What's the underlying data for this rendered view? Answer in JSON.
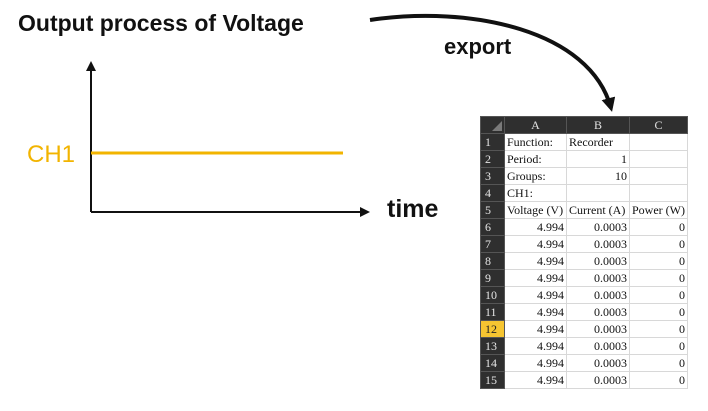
{
  "title": "Output process of Voltage",
  "export_label": "export",
  "chart": {
    "channel_label": "CH1",
    "x_axis_label": "time",
    "line_color": "#f2b400"
  },
  "spreadsheet": {
    "columns": [
      "A",
      "B",
      "C"
    ],
    "active_row": 12,
    "rows": [
      {
        "n": "1",
        "a": "Function:",
        "b": "Recorder",
        "c": ""
      },
      {
        "n": "2",
        "a": "Period:",
        "b": "1",
        "c": ""
      },
      {
        "n": "3",
        "a": "Groups:",
        "b": "10",
        "c": ""
      },
      {
        "n": "4",
        "a": "CH1:",
        "b": "",
        "c": ""
      },
      {
        "n": "5",
        "a": "Voltage (V)",
        "b": "Current (A)",
        "c": "Power (W)"
      },
      {
        "n": "6",
        "a": "4.994",
        "b": "0.0003",
        "c": "0"
      },
      {
        "n": "7",
        "a": "4.994",
        "b": "0.0003",
        "c": "0"
      },
      {
        "n": "8",
        "a": "4.994",
        "b": "0.0003",
        "c": "0"
      },
      {
        "n": "9",
        "a": "4.994",
        "b": "0.0003",
        "c": "0"
      },
      {
        "n": "10",
        "a": "4.994",
        "b": "0.0003",
        "c": "0"
      },
      {
        "n": "11",
        "a": "4.994",
        "b": "0.0003",
        "c": "0"
      },
      {
        "n": "12",
        "a": "4.994",
        "b": "0.0003",
        "c": "0"
      },
      {
        "n": "13",
        "a": "4.994",
        "b": "0.0003",
        "c": "0"
      },
      {
        "n": "14",
        "a": "4.994",
        "b": "0.0003",
        "c": "0"
      },
      {
        "n": "15",
        "a": "4.994",
        "b": "0.0003",
        "c": "0"
      }
    ]
  }
}
